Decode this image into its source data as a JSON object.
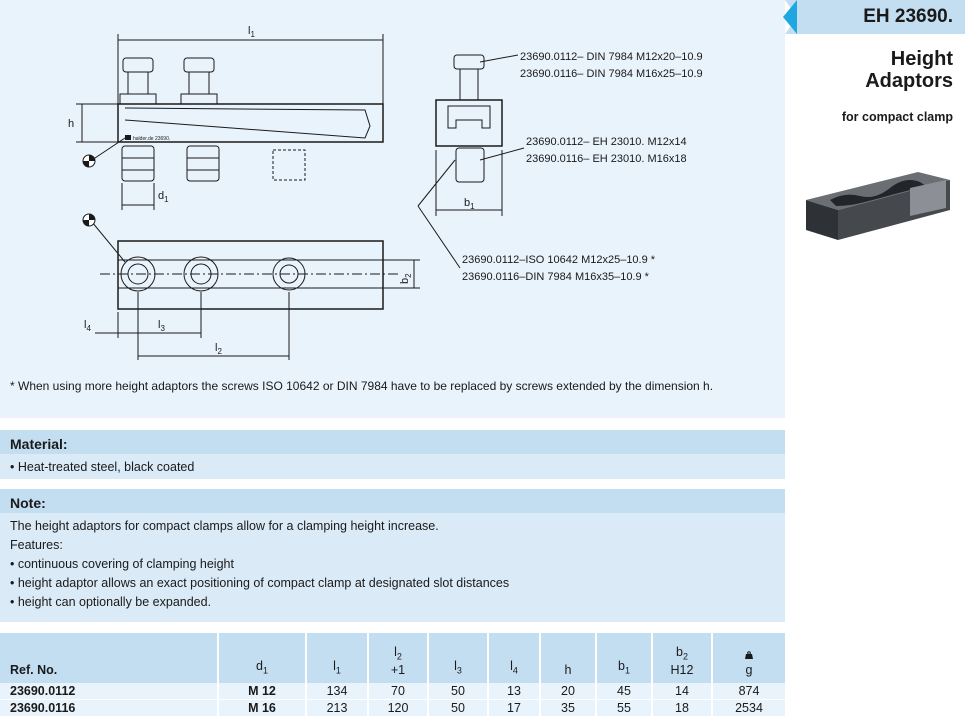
{
  "header": {
    "code": "EH 23690.",
    "title_line1": "Height",
    "title_line2": "Adaptors",
    "subtitle": "for compact clamp"
  },
  "drawing": {
    "dim_l1": "l",
    "dim_l1_sub": "1",
    "dim_h": "h",
    "dim_d1": "d",
    "dim_d1_sub": "1",
    "dim_b1": "b",
    "dim_b1_sub": "1",
    "dim_b2": "b",
    "dim_b2_sub": "2",
    "dim_l2": "l",
    "dim_l2_sub": "2",
    "dim_l3": "l",
    "dim_l3_sub": "3",
    "dim_l4": "l",
    "dim_l4_sub": "4",
    "callouts": [
      "23690.0112– DIN 7984 M12x20–10.9",
      "23690.0116– DIN 7984 M16x25–10.9",
      "23690.0112– EH 23010.  M12x14",
      "23690.0116– EH 23010.  M16x18",
      "23690.0112–ISO 10642 M12x25–10.9  *",
      "23690.0116–DIN 7984 M16x35–10.9 *"
    ],
    "stamp": "halder.de  23690."
  },
  "footnote": "* When using more height adaptors the screws ISO 10642 or DIN 7984 have to be replaced by screws extended by the dimension h.",
  "material": {
    "heading": "Material:",
    "items": [
      "• Heat-treated steel, black coated"
    ]
  },
  "note": {
    "heading": "Note:",
    "lines": [
      "The height adaptors for compact clamps allow for a clamping height increase.",
      "Features:",
      "• continuous covering of clamping height",
      "• height adaptor allows an exact positioning of compact clamp at designated slot distances",
      "• height can optionally be expanded."
    ]
  },
  "table": {
    "headers": {
      "ref": "Ref. No.",
      "d1": "d",
      "d1_sub": "1",
      "l1": "l",
      "l1_sub": "1",
      "l2": "l",
      "l2_sub": "2",
      "l2_tol": "+1",
      "l3": "l",
      "l3_sub": "3",
      "l4": "l",
      "l4_sub": "4",
      "h": "h",
      "b1": "b",
      "b1_sub": "1",
      "b2": "b",
      "b2_sub": "2",
      "b2_tol": "H12",
      "weight_icon": "weight-icon",
      "weight_unit": "g"
    },
    "rows": [
      {
        "ref": "23690.0112",
        "d1": "M  12",
        "l1": "134",
        "l2": "70",
        "l3": "50",
        "l4": "13",
        "h": "20",
        "b1": "45",
        "b2": "14",
        "weight": "874"
      },
      {
        "ref": "23690.0116",
        "d1": "M  16",
        "l1": "213",
        "l2": "120",
        "l3": "50",
        "l4": "17",
        "h": "35",
        "b1": "55",
        "b2": "18",
        "weight": "2534"
      }
    ]
  }
}
